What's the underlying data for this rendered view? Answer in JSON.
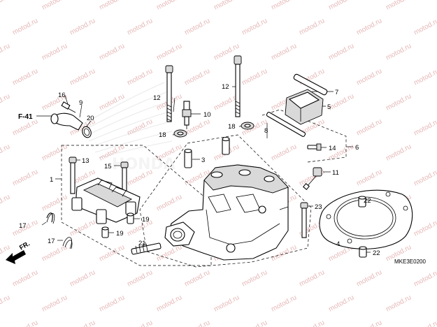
{
  "watermark": {
    "text": "motod.ru"
  },
  "reference": {
    "label": "F-41"
  },
  "direction_label": "FR.",
  "diagram_code": "MKE3E0200",
  "callouts": [
    {
      "id": "c1",
      "label": "1"
    },
    {
      "id": "c2",
      "label": "2"
    },
    {
      "id": "c3",
      "label": "3"
    },
    {
      "id": "c4",
      "label": "4"
    },
    {
      "id": "c5",
      "label": "5"
    },
    {
      "id": "c6",
      "label": "6"
    },
    {
      "id": "c7",
      "label": "7"
    },
    {
      "id": "c8",
      "label": "8"
    },
    {
      "id": "c9",
      "label": "9"
    },
    {
      "id": "c10",
      "label": "10"
    },
    {
      "id": "c11",
      "label": "11"
    },
    {
      "id": "c12a",
      "label": "12"
    },
    {
      "id": "c12b",
      "label": "12"
    },
    {
      "id": "c13",
      "label": "13"
    },
    {
      "id": "c14",
      "label": "14"
    },
    {
      "id": "c15",
      "label": "15"
    },
    {
      "id": "c16",
      "label": "16"
    },
    {
      "id": "c17a",
      "label": "17"
    },
    {
      "id": "c17b",
      "label": "17"
    },
    {
      "id": "c18a",
      "label": "18"
    },
    {
      "id": "c18b",
      "label": "18"
    },
    {
      "id": "c19a",
      "label": "19"
    },
    {
      "id": "c19b",
      "label": "19"
    },
    {
      "id": "c20",
      "label": "20"
    },
    {
      "id": "c21",
      "label": "21"
    },
    {
      "id": "c22a",
      "label": "22"
    },
    {
      "id": "c22b",
      "label": "22"
    },
    {
      "id": "c23",
      "label": "23"
    }
  ]
}
